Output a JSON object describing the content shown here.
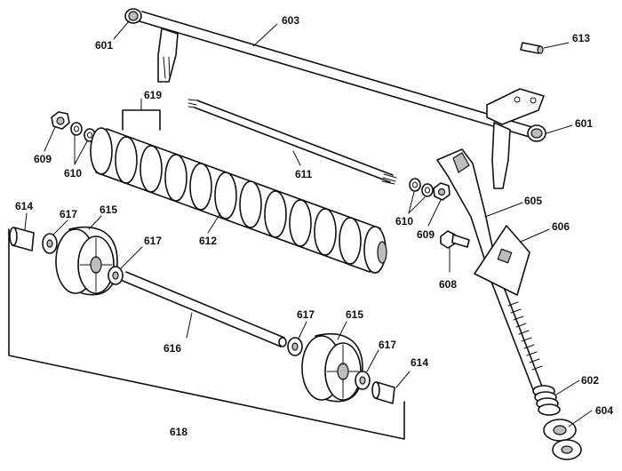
{
  "callouts": {
    "c601a": "601",
    "c603": "603",
    "c613": "613",
    "c619": "619",
    "c601b": "601",
    "c609a": "609",
    "c610a": "610",
    "c611": "611",
    "c612": "612",
    "c610b": "610",
    "c609b": "609",
    "c605": "605",
    "c606": "606",
    "c608": "608",
    "c614a": "614",
    "c617a": "617",
    "c615a": "615",
    "c617b": "617",
    "c616": "616",
    "c617c": "617",
    "c615b": "615",
    "c617d": "617",
    "c614b": "614",
    "c618": "618",
    "c602": "602",
    "c604": "604"
  },
  "colors": {
    "line": "#111111",
    "shade": "#bdbdbd",
    "background": "#ffffff"
  }
}
